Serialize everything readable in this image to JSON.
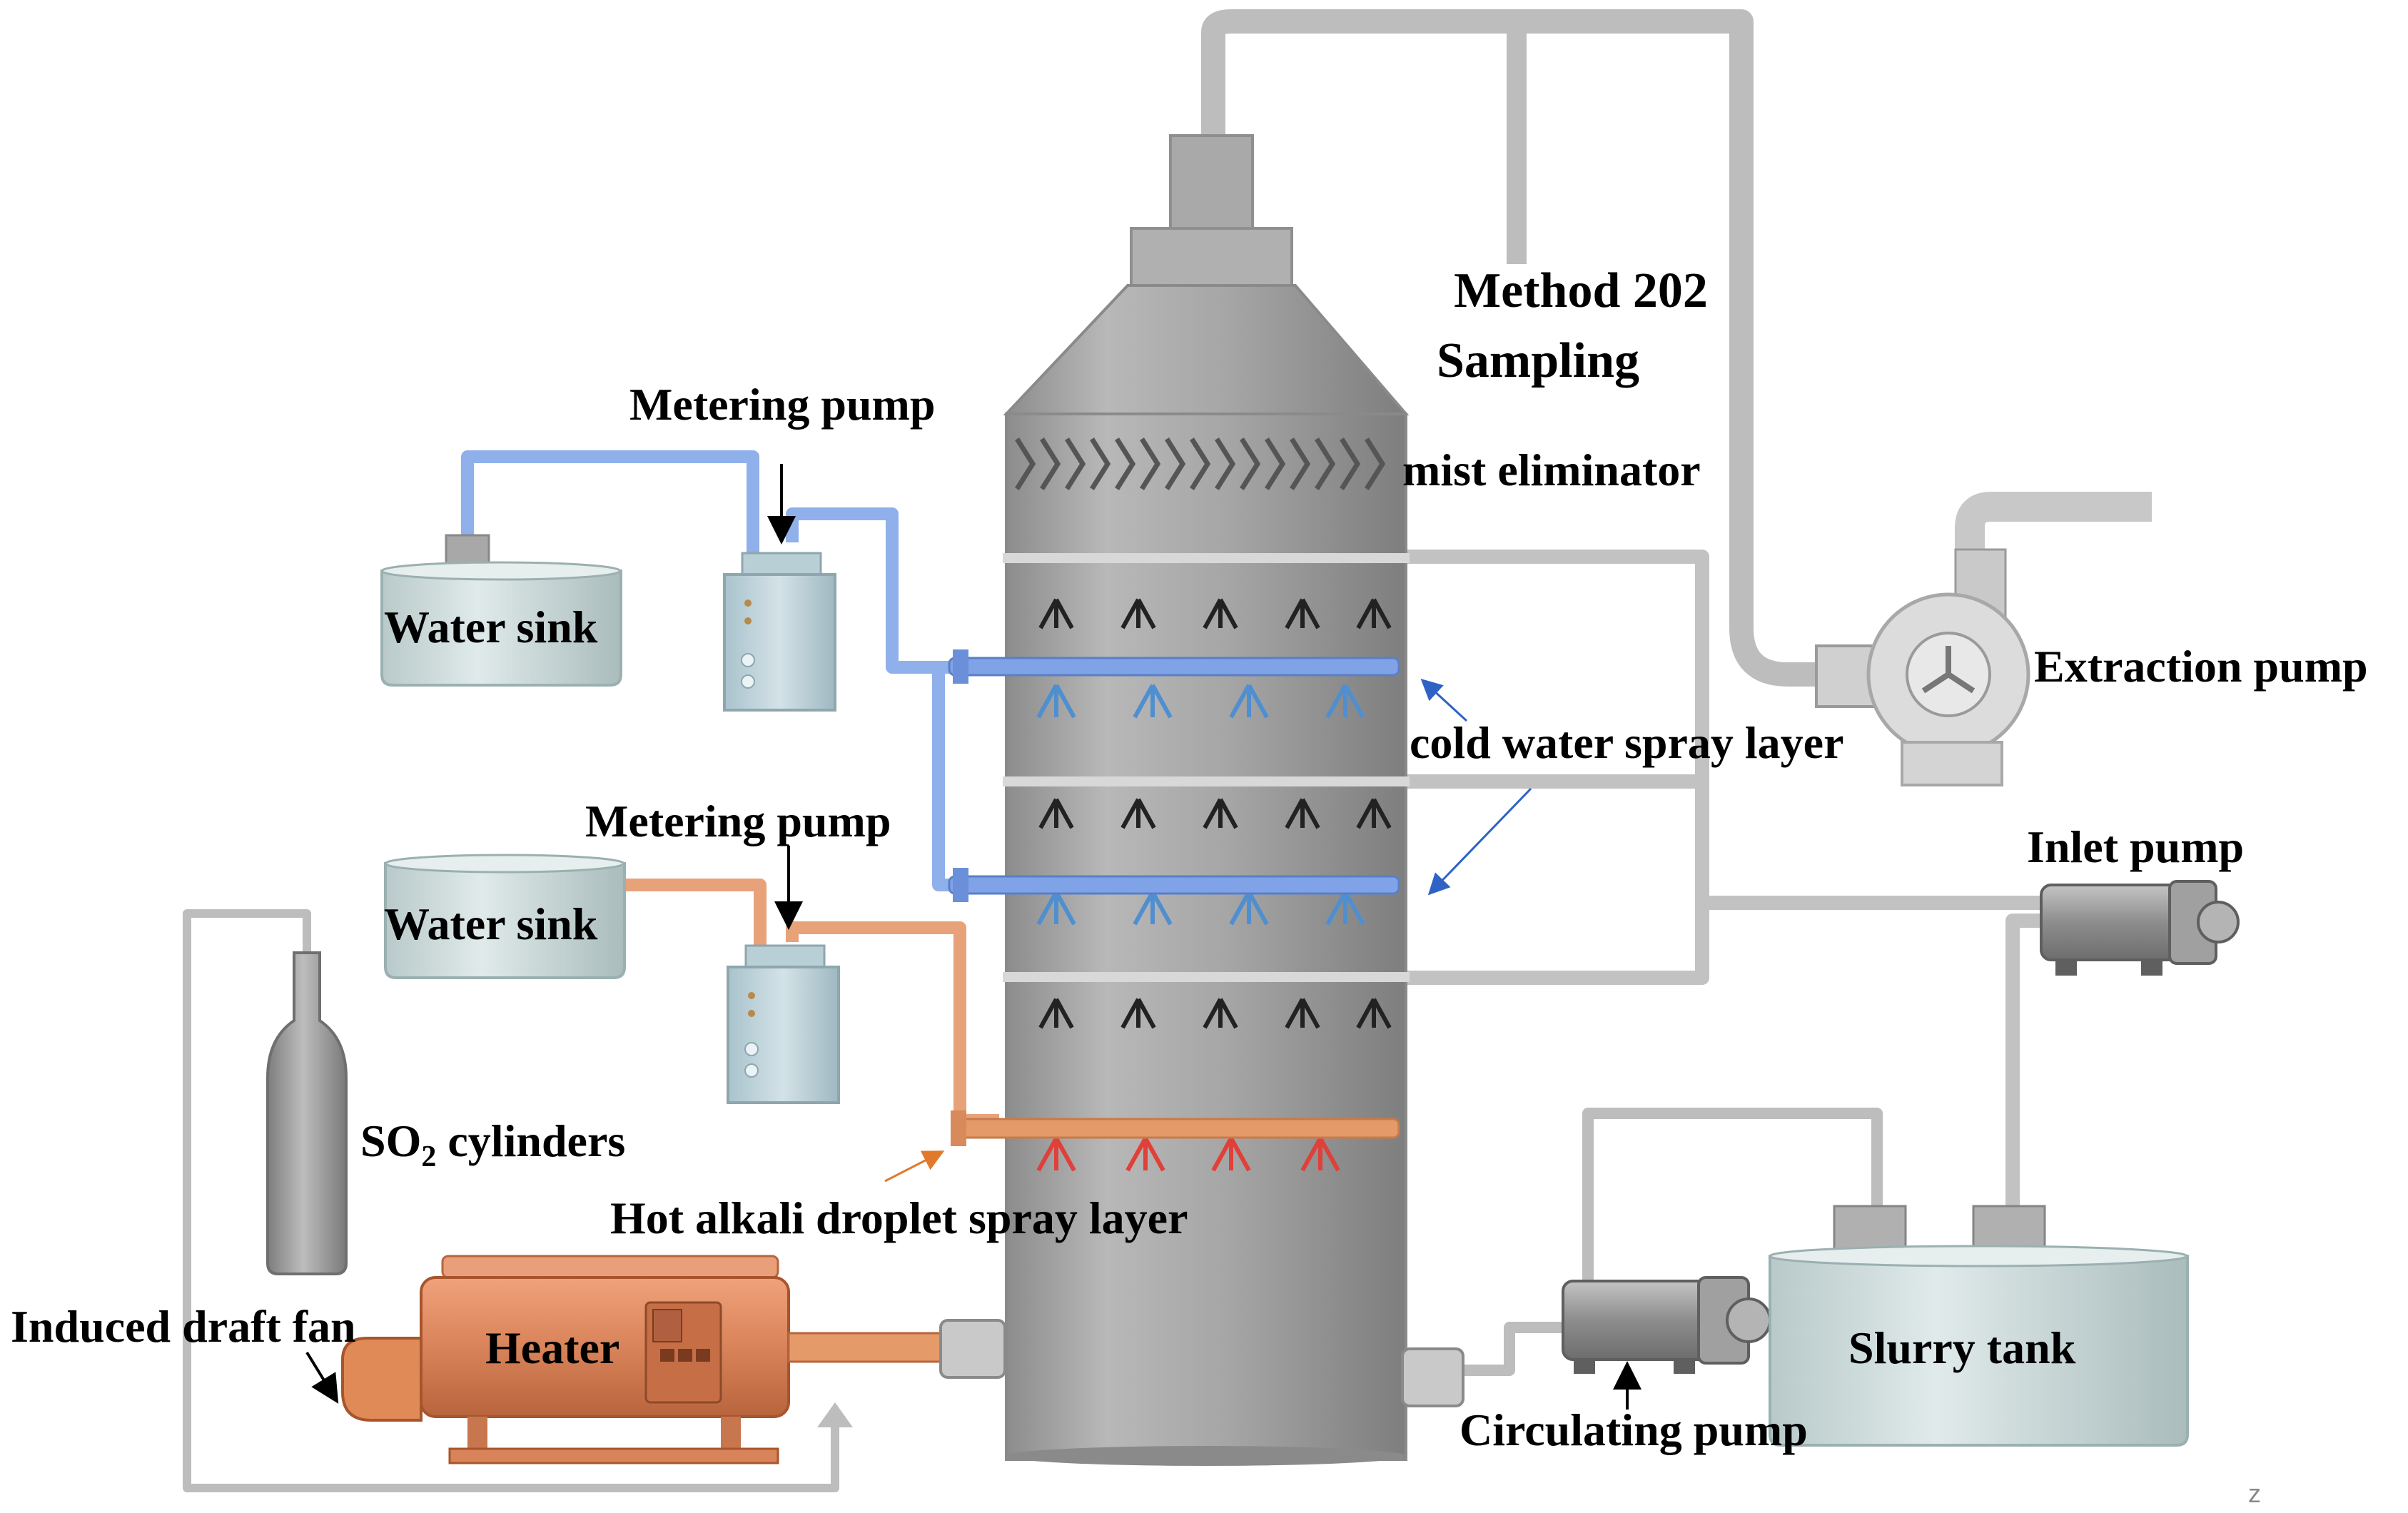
{
  "labels": {
    "method202_line1": "Method 202",
    "method202_line2": "Sampling",
    "mist_eliminator": "mist eliminator",
    "metering_pump_top": "Metering pump",
    "metering_pump_bottom": "Metering pump",
    "water_sink_top": "Water sink",
    "water_sink_bottom": "Water sink",
    "extraction_pump": "Extraction pump",
    "cold_water_spray": "cold water spray layer",
    "inlet_pump": "Inlet pump",
    "so2_prefix": "SO",
    "so2_sub": "2",
    "so2_suffix": " cylinders",
    "hot_alkali_spray": "Hot alkali droplet spray layer",
    "induced_draft_fan": "Induced draft fan",
    "heater": "Heater",
    "slurry_tank": "Slurry tank",
    "circulating_pump": "Circulating pump",
    "corner_mark": "z"
  },
  "colors": {
    "tower": "#a3a3a3",
    "gray_pipe": "#bfbfbf",
    "blue_pipe": "#7fa3e6",
    "orange_pipe": "#e59a6a",
    "heater": "#d9835a",
    "tank": "#cfdcdc",
    "blue_spray": "#4f8fd0",
    "red_spray": "#e0403a"
  }
}
